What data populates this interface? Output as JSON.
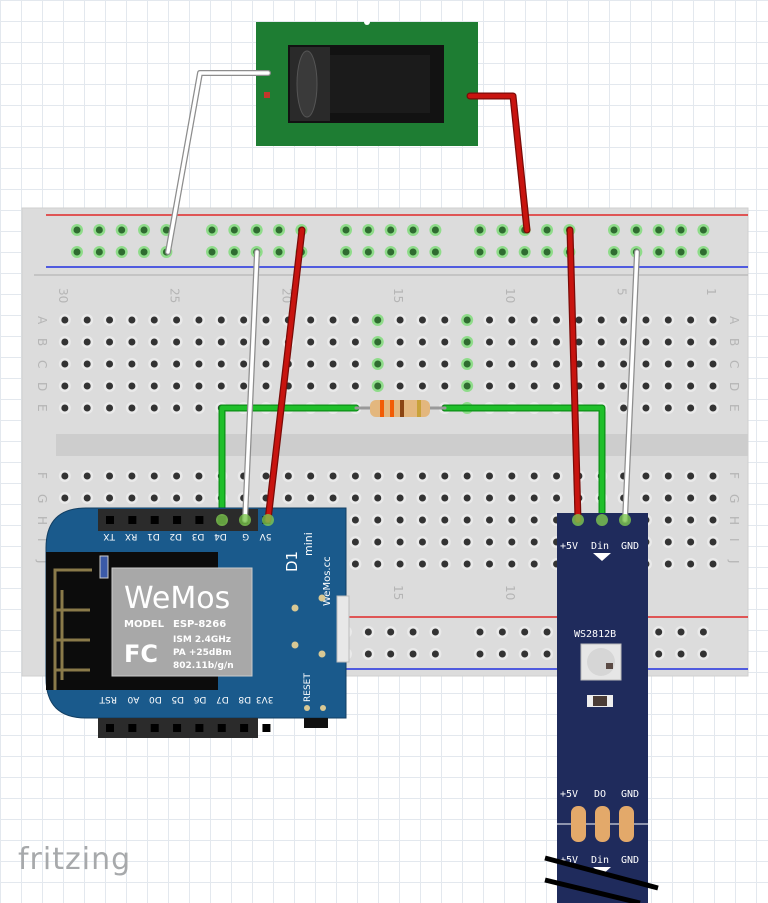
{
  "breadboard": {
    "row_letters_top": [
      "A",
      "B",
      "C",
      "D",
      "E"
    ],
    "row_letters_bottom": [
      "F",
      "G",
      "H",
      "I",
      "J"
    ],
    "column_numbers_top": [
      "30",
      "25",
      "20",
      "15",
      "10",
      "5",
      "1"
    ],
    "column_numbers_bottom": [
      "15",
      "10"
    ]
  },
  "wemos": {
    "top_pins": [
      "TX",
      "RX",
      "D1",
      "D2",
      "D3",
      "D4",
      "G",
      "5V"
    ],
    "bottom_pins": [
      "RST",
      "A0",
      "D0",
      "D5",
      "D6",
      "D7",
      "D8",
      "3V3"
    ],
    "model_line1": "D1",
    "model_line2": "mini",
    "site": "WeMos.cc",
    "reset_label": "RESET",
    "chip_brand": "WeMos",
    "chip_model_label": "MODEL",
    "chip_model": "ESP-8266",
    "chip_fcc": "FC",
    "chip_spec1": "ISM 2.4GHz",
    "chip_spec2": "PA +25dBm",
    "chip_spec3": "802.11b/g/n"
  },
  "led_strip": {
    "in_labels": [
      "+5V",
      "Din",
      "GND"
    ],
    "chip_label": "WS2812B",
    "out_labels": [
      "+5V",
      "DO",
      "GND"
    ],
    "next_labels": [
      "+5V",
      "Din",
      "GND"
    ]
  },
  "colors": {
    "wire_red": "#c8140f",
    "wire_green": "#1fbf2a",
    "wire_white": "#ffffff",
    "board_blue": "#1a5a8c",
    "strip_navy": "#1f2b5c",
    "jack_board": "#1e7d33"
  },
  "logo": "fritzing"
}
